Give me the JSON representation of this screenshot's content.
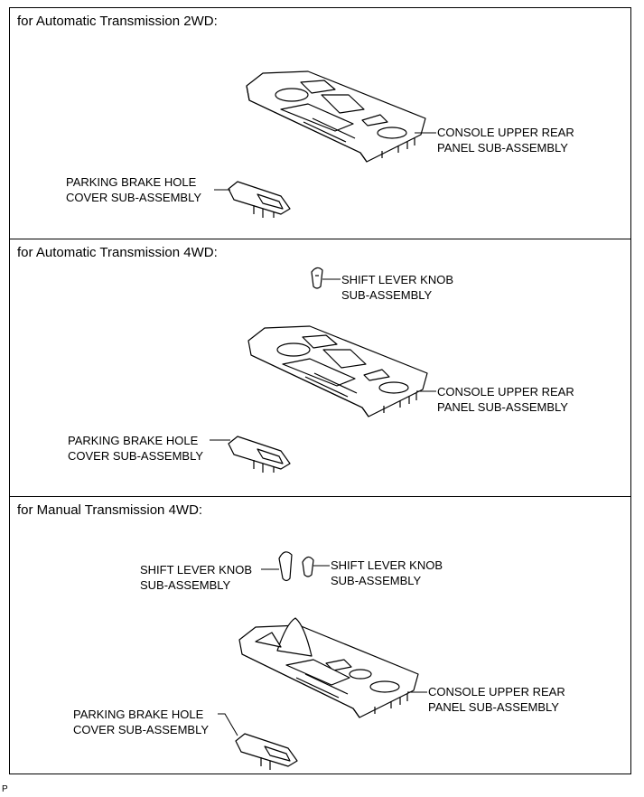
{
  "sections": [
    {
      "heading": "for Automatic Transmission 2WD:",
      "labels": {
        "console": [
          "CONSOLE UPPER REAR",
          "PANEL SUB-ASSEMBLY"
        ],
        "brake": [
          "PARKING BRAKE HOLE",
          "COVER SUB-ASSEMBLY"
        ]
      }
    },
    {
      "heading": "for Automatic Transmission 4WD:",
      "labels": {
        "knob": [
          "SHIFT LEVER KNOB",
          "SUB-ASSEMBLY"
        ],
        "console": [
          "CONSOLE UPPER REAR",
          "PANEL SUB-ASSEMBLY"
        ],
        "brake": [
          "PARKING BRAKE HOLE",
          "COVER SUB-ASSEMBLY"
        ]
      }
    },
    {
      "heading": "for Manual Transmission 4WD:",
      "labels": {
        "knob_left": [
          "SHIFT LEVER KNOB",
          "SUB-ASSEMBLY"
        ],
        "knob_right": [
          "SHIFT LEVER KNOB",
          "SUB-ASSEMBLY"
        ],
        "console": [
          "CONSOLE UPPER REAR",
          "PANEL SUB-ASSEMBLY"
        ],
        "brake": [
          "PARKING BRAKE HOLE",
          "COVER SUB-ASSEMBLY"
        ]
      }
    }
  ],
  "figure_ref": "P"
}
